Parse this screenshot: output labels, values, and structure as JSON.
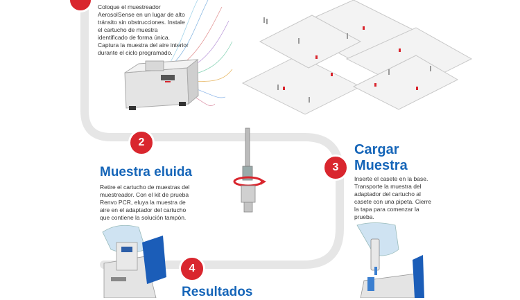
{
  "step1": {
    "description": [
      "Coloque el muestreador",
      "AerosolSense en un lugar de alto",
      "tránsito sin obstrucciones. Instale",
      "el cartucho de muestra",
      "identificado de forma única.",
      "Captura la muestra del aire interior",
      "durante el ciclo programado."
    ]
  },
  "step2": {
    "number": "2",
    "title": "Muestra eluida",
    "description": [
      "Retire el cartucho de muestras del",
      "muestreador. Con el kit de prueba",
      "Renvo PCR, eluya la muestra de",
      "aire en el adaptador del cartucho",
      "que contiene la solución tampón."
    ]
  },
  "step3": {
    "number": "3",
    "title_line1": "Cargar",
    "title_line2": "Muestra",
    "description": [
      "Inserte el casete en la base.",
      "Transporte la muestra del",
      "adaptador del cartucho al",
      "casete con una pipeta. Cierre",
      "la tapa para comenzar la",
      "prueba."
    ]
  },
  "step4": {
    "number": "4",
    "title": "Resultados"
  },
  "colors": {
    "accent_red": "#d9262e",
    "heading_blue": "#1565b8",
    "path_gray": "#e6e6e6"
  }
}
